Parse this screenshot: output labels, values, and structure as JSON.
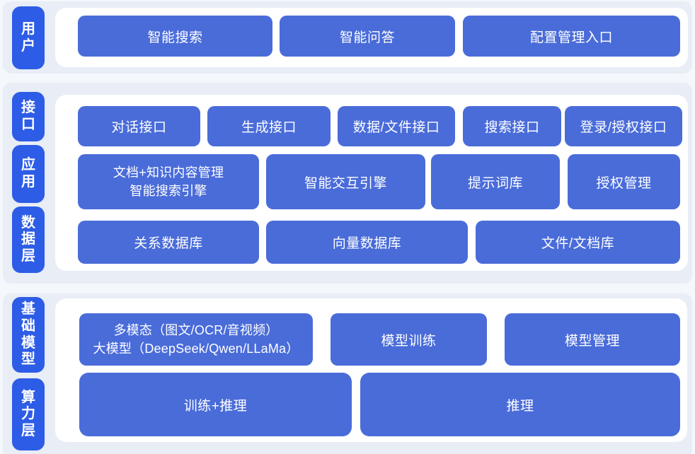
{
  "colors": {
    "layer_pill_blue": "#2d5ce6",
    "node_blue": "#4a6cd9",
    "card_background": "#e8edf6",
    "panel_background": "#ffffff",
    "page_background": "#f4f7fb",
    "node_text": "#ffffff"
  },
  "sections": [
    {
      "labels": [
        "用户"
      ],
      "rows": [
        {
          "buttons": [
            "智能搜索",
            "智能问答",
            "配置管理入口"
          ]
        }
      ]
    },
    {
      "labels": [
        "接口",
        "应用",
        "数据层"
      ],
      "rows": [
        {
          "buttons": [
            "对话接口",
            "生成接口",
            "数据/文件接口",
            "搜索接口",
            "登录/授权接口"
          ]
        },
        {
          "buttons": [
            "文档+知识内容管理\n智能搜索引擎",
            "智能交互引擎",
            "提示词库",
            "授权管理"
          ]
        },
        {
          "buttons": [
            "关系数据库",
            "向量数据库",
            "文件/文档库"
          ]
        }
      ]
    },
    {
      "labels": [
        "基础模型",
        "算力层"
      ],
      "rows": [
        {
          "buttons": [
            "多模态（图文/OCR/音视频）\n大模型（DeepSeek/Qwen/LLaMa）",
            "模型训练",
            "模型管理"
          ]
        },
        {
          "buttons": [
            "训练+推理",
            "推理"
          ]
        }
      ]
    }
  ]
}
